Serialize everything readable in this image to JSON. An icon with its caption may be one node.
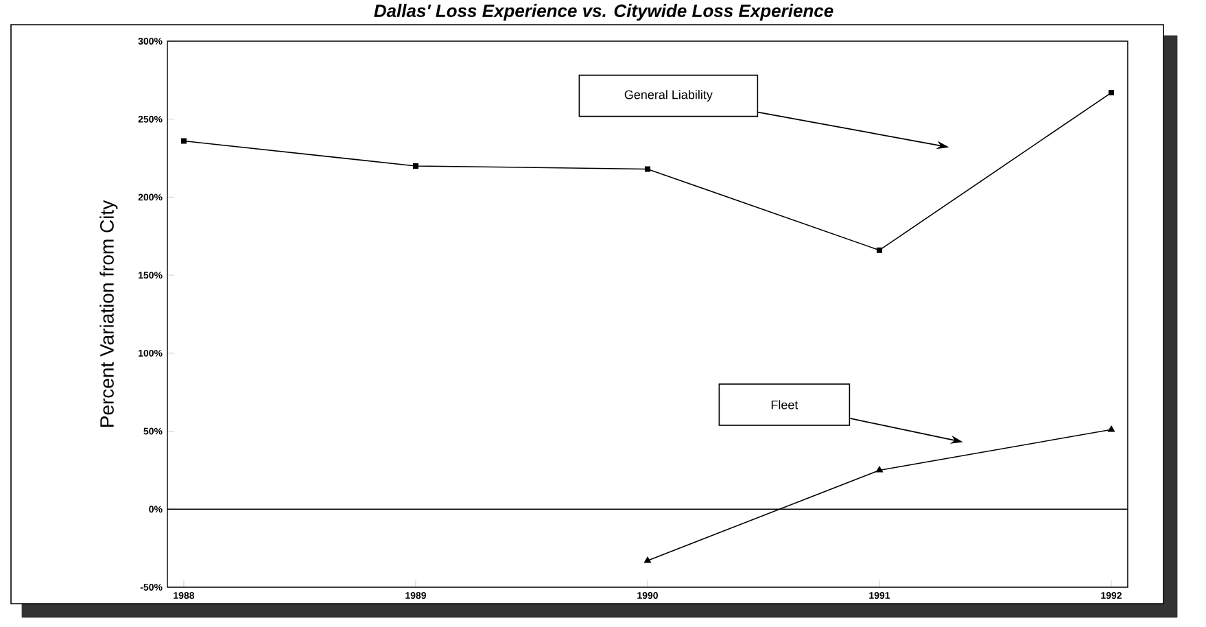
{
  "diagram": {
    "title": "Dallas' Loss Experience vs. Citywide Loss Experience",
    "nodes": [
      {
        "text": [
          "General Liability"
        ]
      },
      {
        "text": [
          "Fleet"
        ]
      }
    ],
    "edges": [
      {
        "from": 0,
        "to": null,
        "arrow": "to"
      },
      {
        "from": 1,
        "to": null,
        "arrow": "to"
      }
    ],
    "chart_data": {
      "type": "line",
      "ylabel": "Percent Variation from City",
      "x": [
        1988,
        1989,
        1990,
        1991,
        1992
      ],
      "ylim": [
        -50,
        300
      ],
      "yticks": [
        {
          "value": -50,
          "label": "-50%"
        },
        {
          "value": 0,
          "label": "0%"
        },
        {
          "value": 50,
          "label": "50%"
        },
        {
          "value": 100,
          "label": "100%"
        },
        {
          "value": 150,
          "label": "150%"
        },
        {
          "value": 200,
          "label": "200%"
        },
        {
          "value": 250,
          "label": "250%"
        },
        {
          "value": 300,
          "label": "300%"
        }
      ],
      "series": [
        {
          "color": "#000000",
          "marker": "square",
          "values": [
            236,
            220,
            218,
            166,
            267
          ]
        },
        {
          "color": "#000000",
          "marker": "triangle",
          "values": [
            null,
            null,
            -33,
            25,
            51
          ]
        }
      ]
    }
  }
}
